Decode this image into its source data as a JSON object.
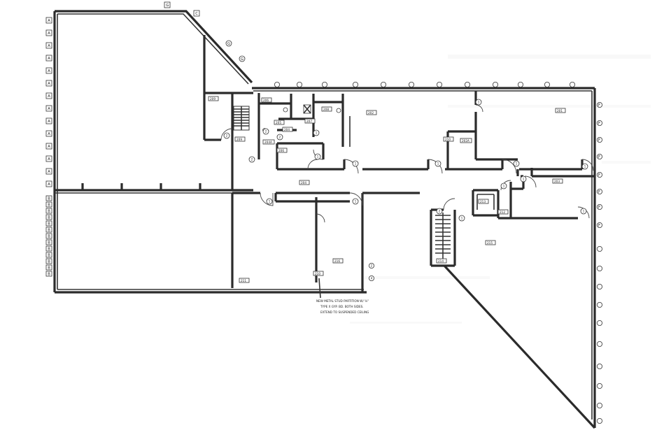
{
  "plan": {
    "room_tags": [
      "209",
      "206",
      "205",
      "204",
      "204A",
      "206",
      "207",
      "208",
      "202",
      "201",
      "203",
      "202A",
      "210",
      "212",
      "213",
      "215",
      "214",
      "216",
      "211",
      "204",
      "213"
    ],
    "grid_a": "A",
    "grid_b": "B",
    "grid_c": "C",
    "grid_f": "F",
    "grid_g": "G",
    "door_marks": [
      "1",
      "2",
      "3",
      "4"
    ],
    "partition_note": [
      "NEW METAL STUD PARTITION W/ ⅝\"",
      "TYPE X GYP. BD. BOTH SIDES.",
      "EXTEND TO SUSPENDED CEILING"
    ]
  }
}
